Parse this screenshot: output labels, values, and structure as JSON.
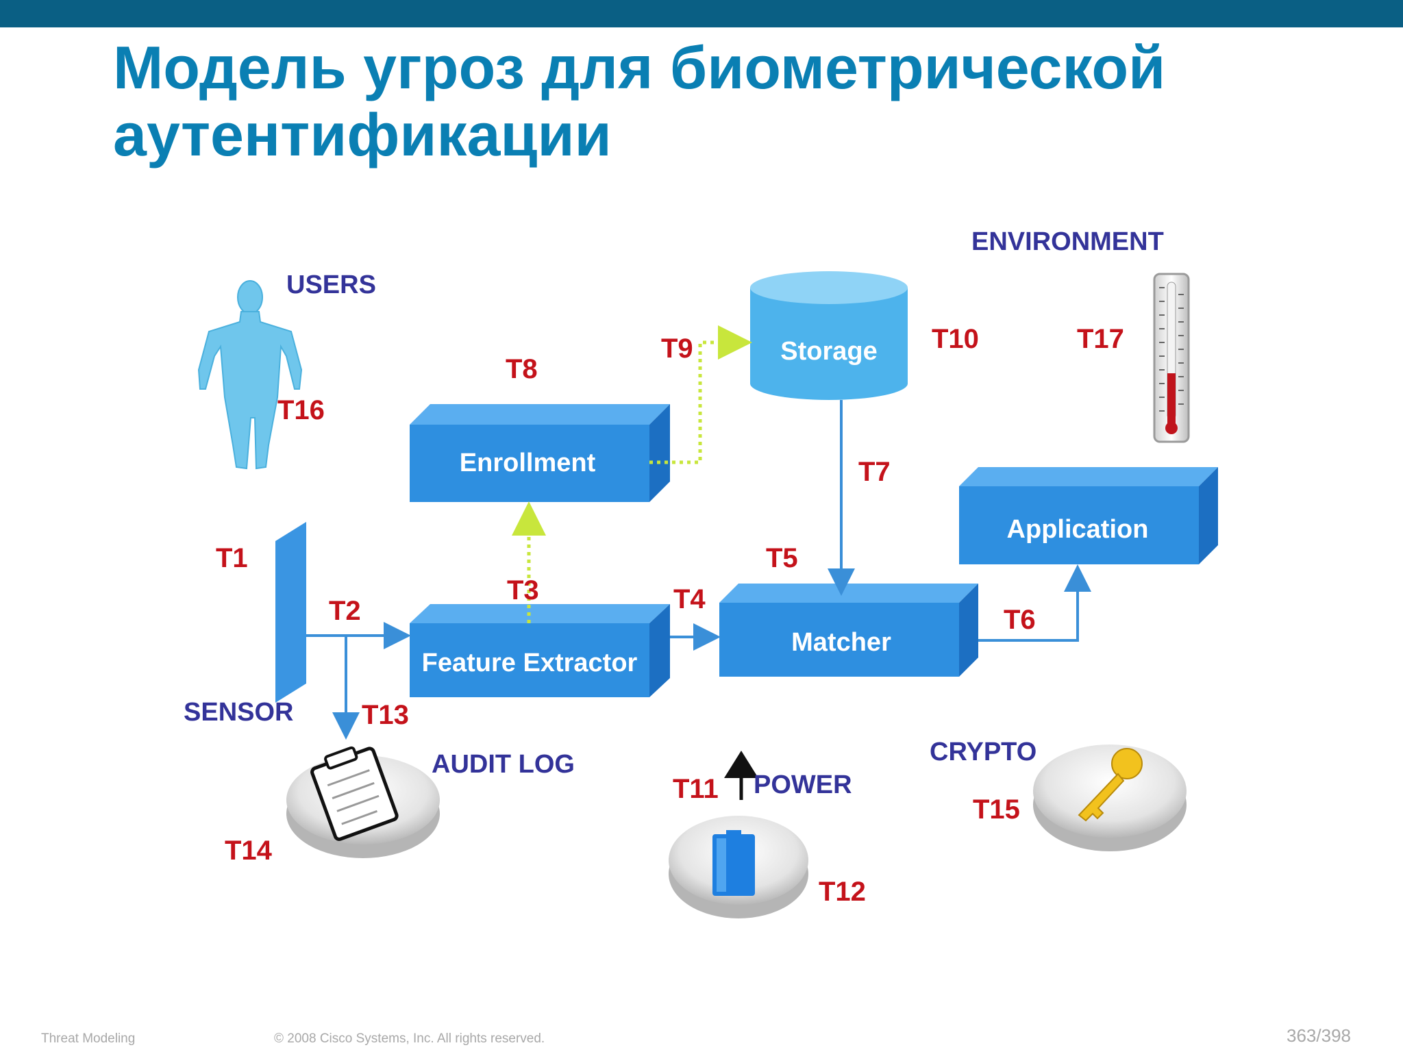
{
  "slide": {
    "title_line1": "Модель угроз для биометрической",
    "title_line2": "аутентификации"
  },
  "diagram": {
    "components": {
      "enrollment": "Enrollment",
      "storage": "Storage",
      "application": "Application",
      "matcher": "Matcher",
      "feature_extractor": "Feature Extractor"
    },
    "categories": {
      "users": "USERS",
      "environment": "ENVIRONMENT",
      "sensor": "SENSOR",
      "audit_log": "AUDIT LOG",
      "power": "POWER",
      "crypto": "CRYPTO"
    },
    "threats": {
      "t1": "T1",
      "t2": "T2",
      "t3": "T3",
      "t4": "T4",
      "t5": "T5",
      "t6": "T6",
      "t7": "T7",
      "t8": "T8",
      "t9": "T9",
      "t10": "T10",
      "t11": "T11",
      "t12": "T12",
      "t13": "T13",
      "t14": "T14",
      "t15": "T15",
      "t16": "T16",
      "t17": "T17"
    },
    "icons": [
      "human-figure-icon",
      "thermometer-icon",
      "clipboard-notepad-icon",
      "battery-icon",
      "key-icon",
      "sensor-panel-icon"
    ],
    "colors": {
      "box_face": "#2e8fe0",
      "box_top": "#5aaef0",
      "box_side": "#1c6fc2",
      "arrow": "#3a8fd8",
      "dotted_arrow": "#c8e63c",
      "threat_label": "#c4121a",
      "category_label": "#333399"
    }
  },
  "footer": {
    "left": "Threat Modeling",
    "center": "© 2008 Cisco Systems, Inc. All rights reserved.",
    "page": "363/398"
  }
}
